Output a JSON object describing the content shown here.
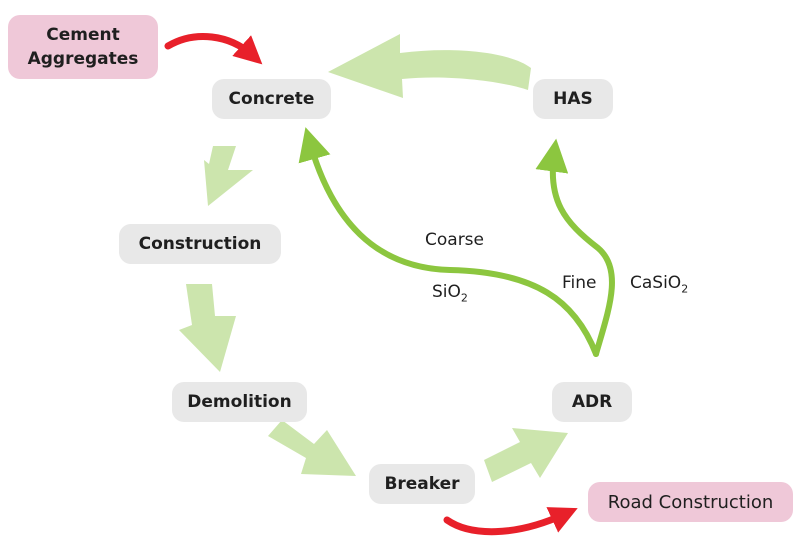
{
  "nodes": {
    "cement_aggregates": {
      "line1": "Cement",
      "line2": "Aggregates"
    },
    "concrete": "Concrete",
    "has": "HAS",
    "construction": "Construction",
    "demolition": "Demolition",
    "breaker": "Breaker",
    "adr": "ADR",
    "road_construction": "Road Construction"
  },
  "edge_labels": {
    "coarse": "Coarse",
    "sio2": {
      "base": "SiO",
      "sub": "2"
    },
    "fine": "Fine",
    "casio2": {
      "base": "CaSiO",
      "sub": "2"
    }
  },
  "colors": {
    "cycle_arrow": "#cce5ad",
    "flow_arrow": "#8cc63f",
    "input_output_arrow": "#e8202a",
    "grey_box": "#e8e8e8",
    "pink_box": "#efc8d8"
  }
}
